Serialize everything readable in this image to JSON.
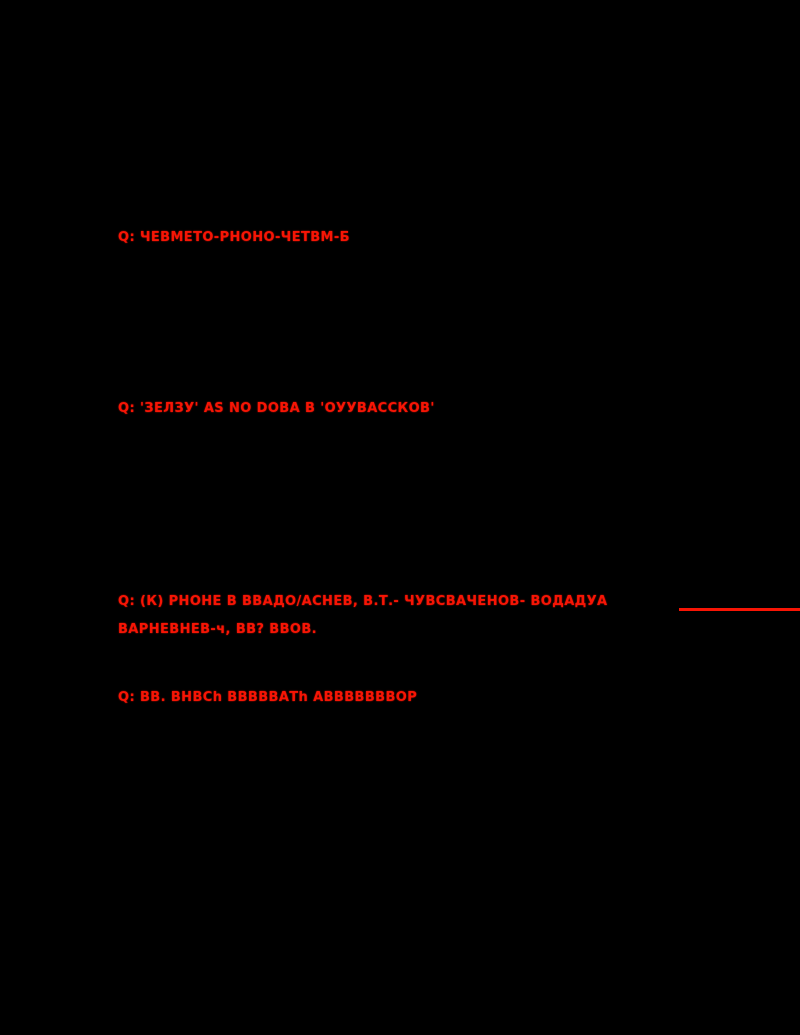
{
  "page": {
    "background_color": "#000000",
    "text_color": "#f71505"
  },
  "questions": [
    {
      "text": "Q: ЧЕВМЕТО-РНОНО-ЧЕТВМ-Б"
    },
    {
      "text": "Q: 'ЗЕЛЗУ' AS NO DOBA В 'ОУУВАССКОВ'"
    },
    {
      "text_line1": "Q: (К) РНОНЕ В ВВАДО/АСНЕВ, В.Т.- ЧУВСВАЧЕНОВ- ВОДАДУА",
      "text_line2": "ВАРНЕВНЕВ-ч, ВВ? ВВОВ."
    },
    {
      "text": "Q: ВВ. ВНВСh ВВВВВАТh АВВВВВВВОР"
    }
  ],
  "divider": {
    "color": "#f71505"
  }
}
